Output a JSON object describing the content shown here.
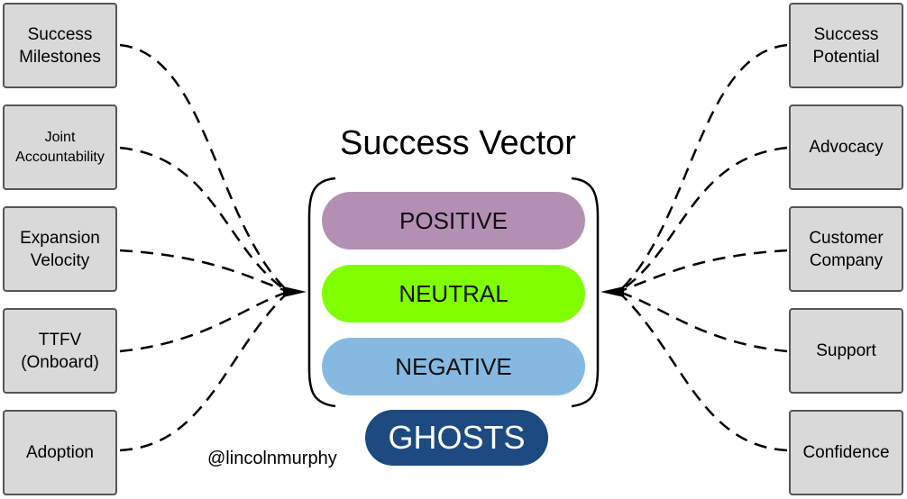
{
  "title": "Success Vector",
  "left_boxes": [
    {
      "label": "Success\nMilestones",
      "size": "normal"
    },
    {
      "label": "Joint\nAccountability",
      "size": "small"
    },
    {
      "label": "Expansion\nVelocity",
      "size": "normal"
    },
    {
      "label": "TTFV\n(Onboard)",
      "size": "normal"
    },
    {
      "label": "Adoption",
      "size": "normal"
    }
  ],
  "right_boxes": [
    {
      "label": "Success\nPotential",
      "size": "normal"
    },
    {
      "label": "Advocacy",
      "size": "normal"
    },
    {
      "label": "Customer\nCompany",
      "size": "normal"
    },
    {
      "label": "Support",
      "size": "normal"
    },
    {
      "label": "Confidence",
      "size": "normal"
    }
  ],
  "states": [
    {
      "label": "POSITIVE",
      "color": "#b48fb4"
    },
    {
      "label": "NEUTRAL",
      "color": "#80ff00"
    },
    {
      "label": "NEGATIVE",
      "color": "#85b9e2"
    }
  ],
  "ghosts": {
    "label": "GHOSTS",
    "color": "#1d4a80"
  },
  "handle": "@lincolnmurphy",
  "colors": {
    "box_fill": "#d9d9d9",
    "box_border": "#555555",
    "connector": "#000000"
  }
}
